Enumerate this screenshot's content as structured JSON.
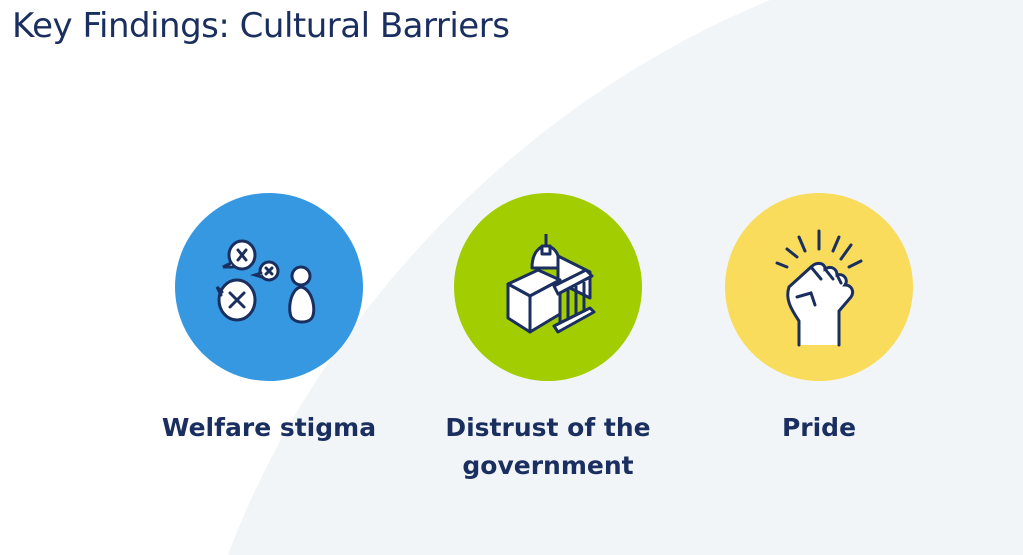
{
  "title": "Key Findings: Cultural Barriers",
  "colors": {
    "title": "#1a2f5f",
    "blue": "#3698e0",
    "green": "#a2cd00",
    "yellow": "#f9dc5c",
    "background_shape": "#f2f5f8"
  },
  "findings": [
    {
      "label": "Welfare stigma",
      "icon": "speech-bubbles-x-person-icon"
    },
    {
      "label": "Distrust of the government",
      "icon": "capitol-building-icon"
    },
    {
      "label": "Pride",
      "icon": "raised-fist-icon"
    }
  ]
}
